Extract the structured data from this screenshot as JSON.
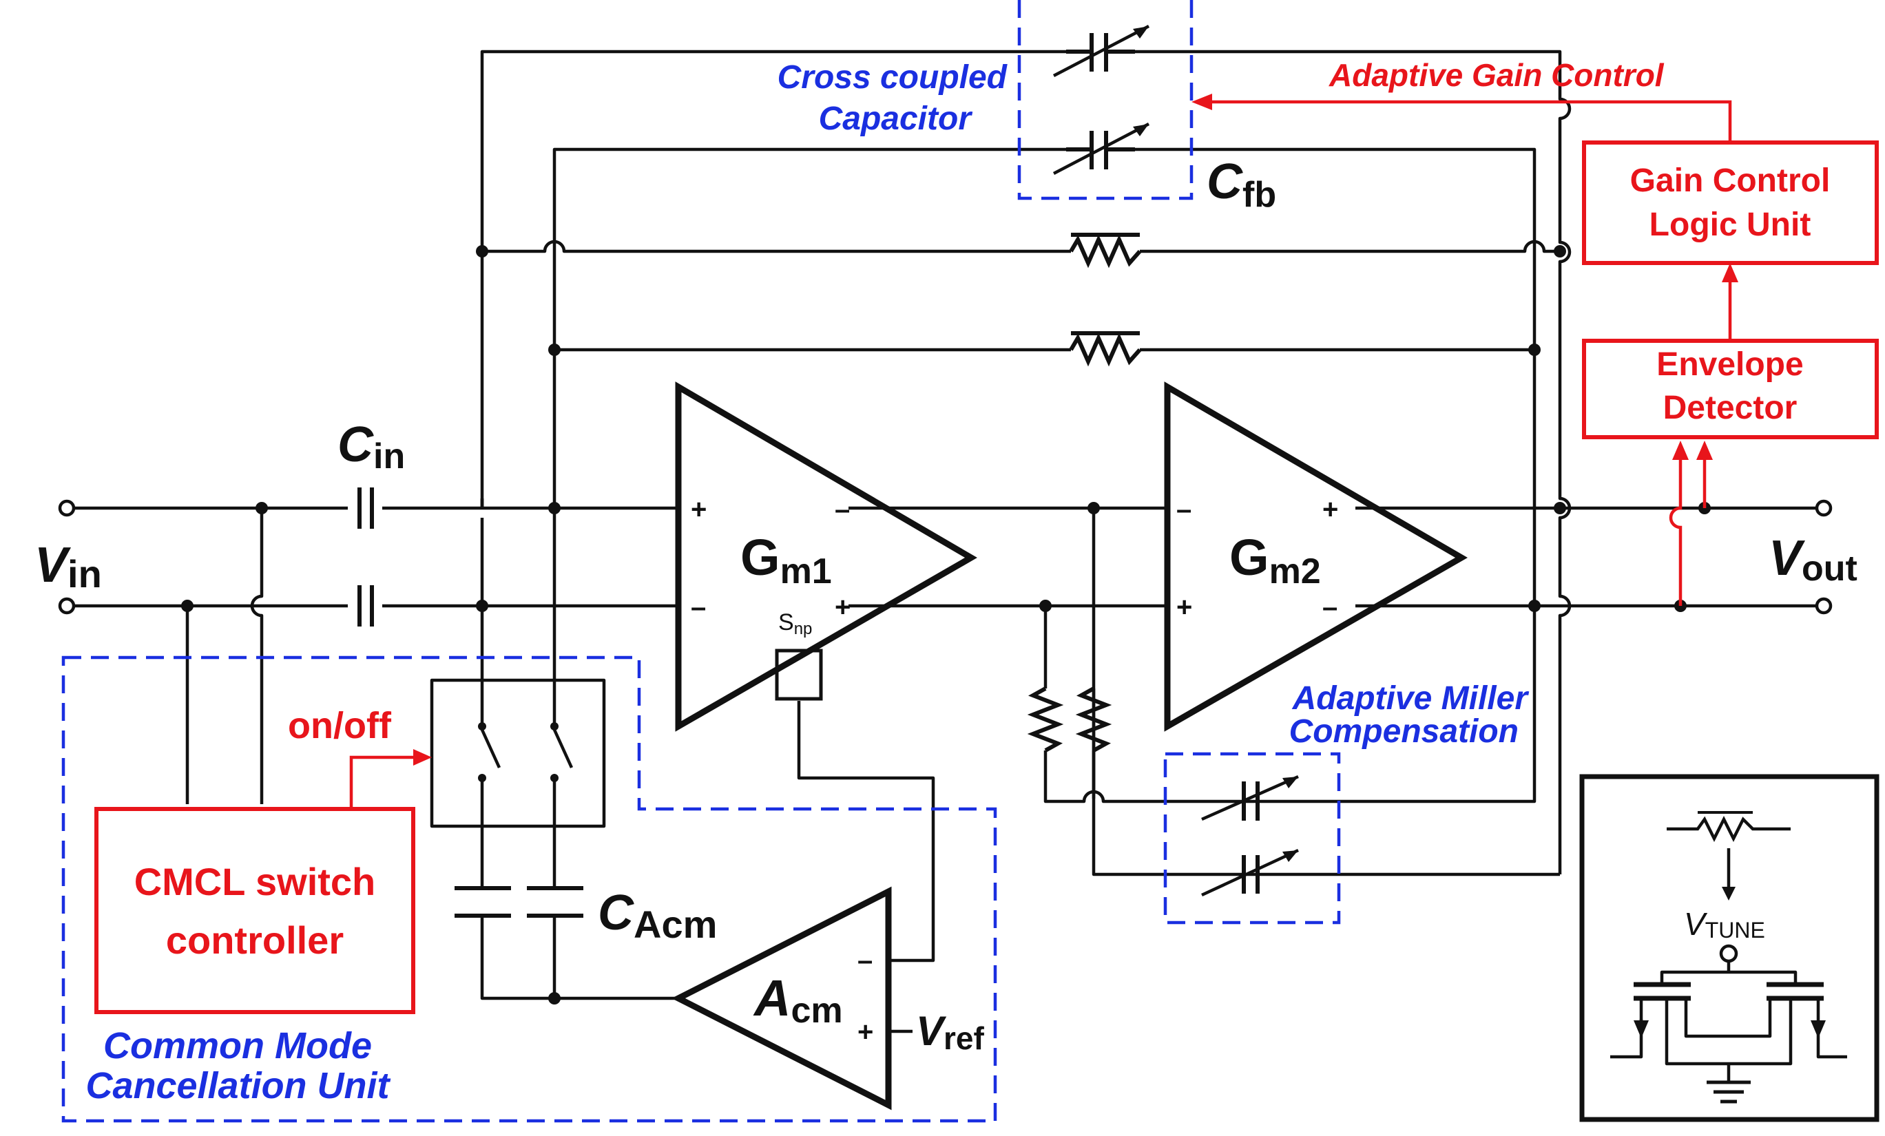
{
  "labels": {
    "vin": "V",
    "vin_sub": "in",
    "vout": "V",
    "vout_sub": "out",
    "cin": "C",
    "cin_sub": "in",
    "cfb": "C",
    "cfb_sub": "fb",
    "cacm": "C",
    "cacm_sub": "Acm",
    "gm1": "G",
    "gm1_sub": "m1",
    "gm2": "G",
    "gm2_sub": "m2",
    "acm": "A",
    "acm_sub": "cm",
    "vref": "V",
    "vref_sub": "ref",
    "snp": "S",
    "snp_sub": "np",
    "vtune": "V",
    "vtune_sub": "TUNE",
    "plus": "+",
    "minus": "–",
    "on_off": "on/off",
    "adaptive_gain_control": "Adaptive Gain Control",
    "cross_coupled_line1": "Cross coupled",
    "cross_coupled_line2": "Capacitor",
    "adaptive_miller_line1": "Adaptive Miller",
    "adaptive_miller_line2": "Compensation",
    "common_mode_line1": "Common Mode",
    "common_mode_line2": "Cancellation Unit",
    "gain_control_line1": "Gain Control",
    "gain_control_line2": "Logic Unit",
    "envelope_line1": "Envelope",
    "envelope_line2": "Detector",
    "cmcl_line1": "CMCL  switch",
    "cmcl_line2": "controller"
  },
  "colors": {
    "wire": "#111111",
    "control": "#e8151b",
    "annotation": "#1a2fe0"
  }
}
